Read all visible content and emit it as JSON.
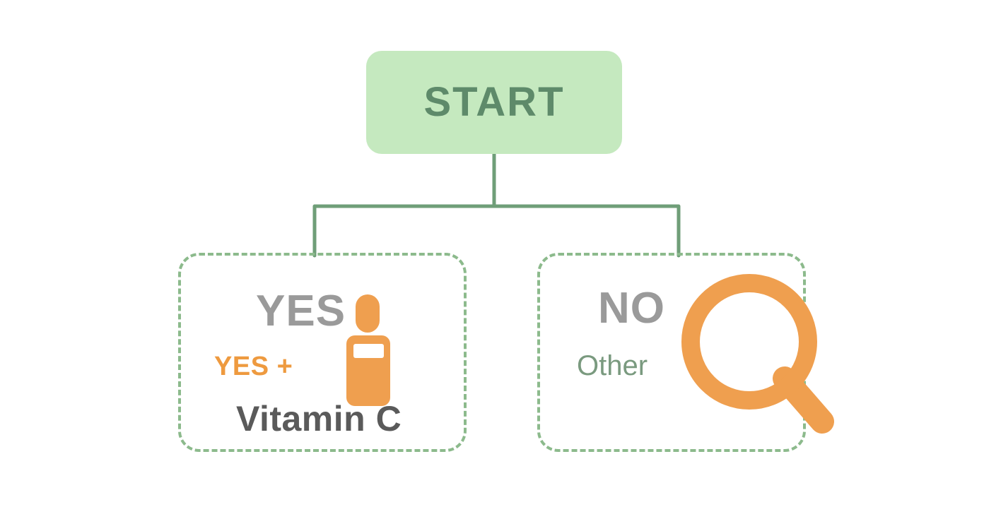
{
  "diagram": {
    "type": "decision-flowchart",
    "background_color": "#ffffff",
    "start": {
      "label": "START",
      "fill_color": "#c5e9bf",
      "text_color": "#5e8a6a"
    },
    "connector": {
      "color": "#6f9e78",
      "stroke_width": 5,
      "style": "solid-orthogonal-tree"
    },
    "branches": [
      {
        "id": "yes",
        "answer": "YES",
        "answer_color": "#9a9a9a",
        "subtitle": "YES +",
        "subtitle_color": "#ee9a3f",
        "detail": "Vitamin C",
        "detail_color": "#5a5a5a",
        "icon": "vitamin-bottle-icon",
        "icon_color": "#ef9f4f",
        "border_color": "#8cba8c",
        "border_style": "dashed"
      },
      {
        "id": "no",
        "answer": "NO",
        "answer_color": "#9a9a9a",
        "subtitle": "Other",
        "subtitle_color": "#7a9a7f",
        "detail": "",
        "detail_color": "#5a5a5a",
        "icon": "magnifier-icon",
        "icon_color": "#ef9f4f",
        "border_color": "#8cba8c",
        "border_style": "dashed"
      }
    ]
  }
}
